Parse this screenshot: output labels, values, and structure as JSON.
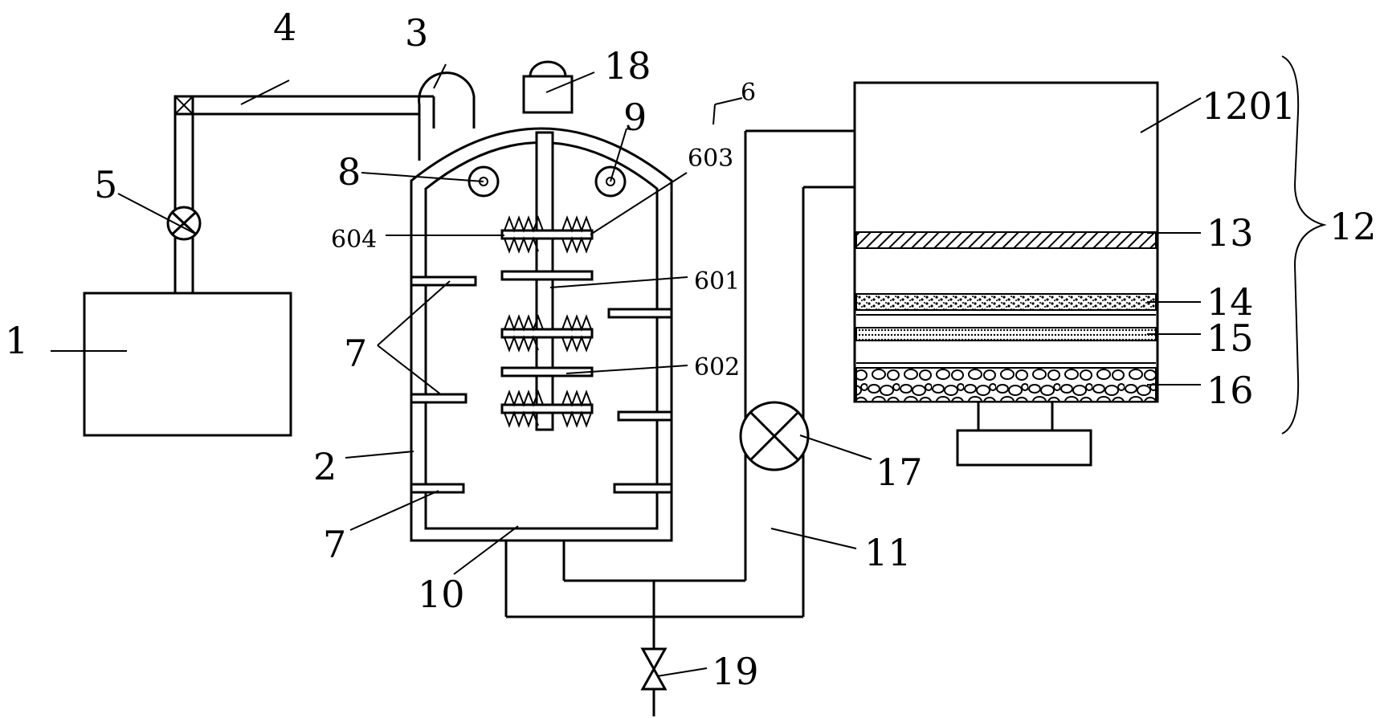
{
  "labels": {
    "l1": "1",
    "l2": "2",
    "l3": "3",
    "l4": "4",
    "l5": "5",
    "l6": "6",
    "l601": "601",
    "l602": "602",
    "l603": "603",
    "l604": "604",
    "l7a": "7",
    "l7b": "7",
    "l8": "8",
    "l9": "9",
    "l10": "10",
    "l11": "11",
    "l12": "12",
    "l13": "13",
    "l14": "14",
    "l15": "15",
    "l16": "16",
    "l17": "17",
    "l18": "18",
    "l19": "19",
    "l1201": "1201"
  }
}
